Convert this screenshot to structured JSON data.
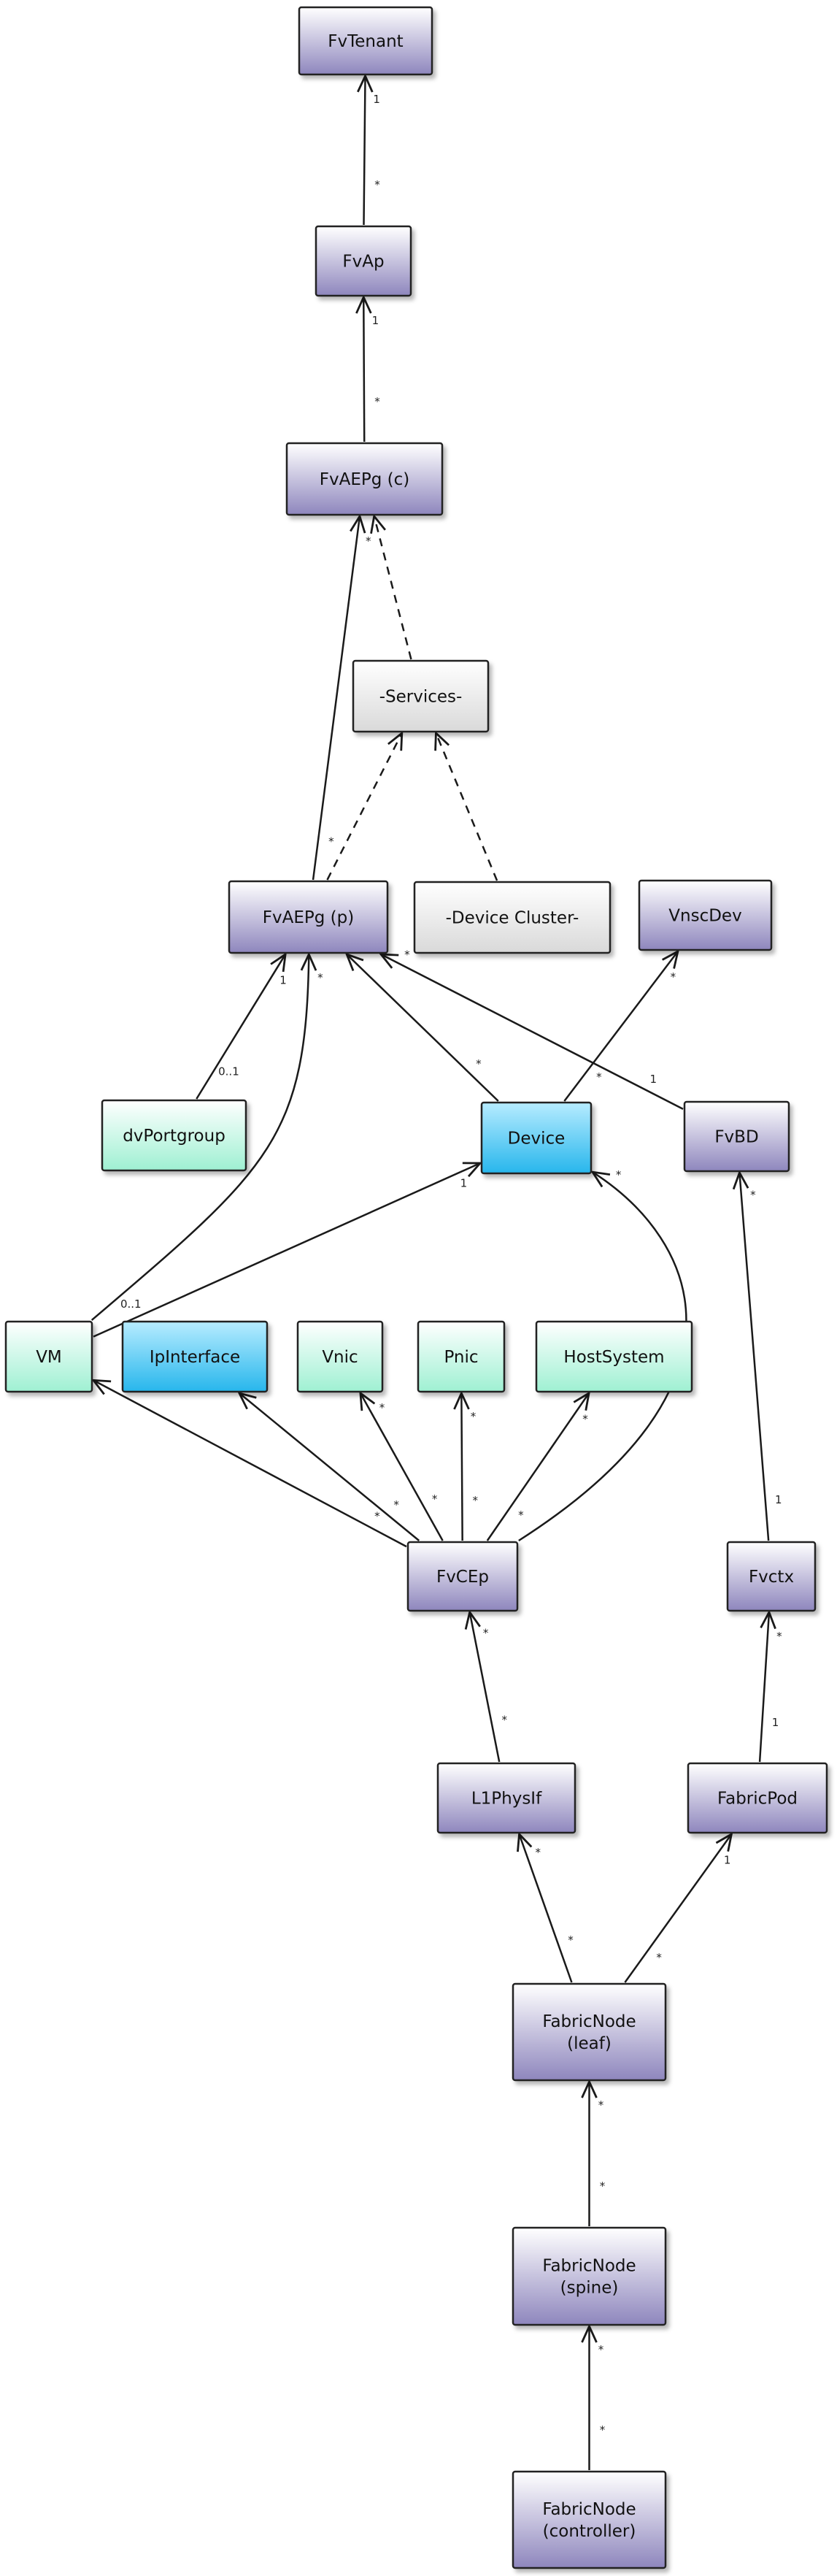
{
  "colors": {
    "purple": "#8e86bd",
    "cyan": "#4fc6f2",
    "mint": "#b6f3dd",
    "gray": "#e6e6e6",
    "edge": "#1a1a1a"
  },
  "nodes": {
    "fvtenant": {
      "label": "FvTenant",
      "fill": "purple"
    },
    "fvap": {
      "label": "FvAp",
      "fill": "purple"
    },
    "fvaepg_c": {
      "label": "FvAEPg (c)",
      "fill": "purple"
    },
    "services": {
      "label": "-Services-",
      "fill": "gray"
    },
    "fvaepg_p": {
      "label": "FvAEPg (p)",
      "fill": "purple"
    },
    "device_cluster": {
      "label": "-Device Cluster-",
      "fill": "gray"
    },
    "vnscdev": {
      "label": "VnscDev",
      "fill": "purple"
    },
    "dvportgroup": {
      "label": "dvPortgroup",
      "fill": "mint"
    },
    "device": {
      "label": "Device",
      "fill": "cyan"
    },
    "fvbd": {
      "label": "FvBD",
      "fill": "purple"
    },
    "vm": {
      "label": "VM",
      "fill": "mint"
    },
    "ipinterface": {
      "label": "IpInterface",
      "fill": "cyan"
    },
    "vnic": {
      "label": "Vnic",
      "fill": "mint"
    },
    "pnic": {
      "label": "Pnic",
      "fill": "mint"
    },
    "hostsystem": {
      "label": "HostSystem",
      "fill": "mint"
    },
    "fvcep": {
      "label": "FvCEp",
      "fill": "purple"
    },
    "fvctx": {
      "label": "Fvctx",
      "fill": "purple"
    },
    "l1physif": {
      "label": "L1PhysIf",
      "fill": "purple"
    },
    "fabricpod": {
      "label": "FabricPod",
      "fill": "purple"
    },
    "fabricnode_leaf": {
      "label": "FabricNode\n(leaf)",
      "fill": "purple"
    },
    "fabricnode_spine": {
      "label": "FabricNode\n(spine)",
      "fill": "purple"
    },
    "fabricnode_controller": {
      "label": "FabricNode\n(controller)",
      "fill": "purple"
    }
  },
  "edges": [
    {
      "from": "fvap",
      "to": "fvtenant",
      "tail": "*",
      "head": "1"
    },
    {
      "from": "fvaepg_c",
      "to": "fvap",
      "tail": "*",
      "head": "1"
    },
    {
      "from": "fvaepg_p",
      "to": "fvaepg_c",
      "tail": "*",
      "head": "*"
    },
    {
      "from": "services",
      "to": "fvaepg_c",
      "dashed": true
    },
    {
      "from": "fvaepg_p",
      "to": "services",
      "dashed": true
    },
    {
      "from": "device_cluster",
      "to": "services",
      "dashed": true
    },
    {
      "from": "dvportgroup",
      "to": "fvaepg_p",
      "tail": "0..1",
      "head": "1"
    },
    {
      "from": "vm",
      "to": "fvaepg_p",
      "tail": "0..1",
      "head": "*"
    },
    {
      "from": "device",
      "to": "fvaepg_p",
      "tail": "*",
      "head": ""
    },
    {
      "from": "fvbd",
      "to": "fvaepg_p",
      "tail": "1",
      "head": "*"
    },
    {
      "from": "device",
      "to": "vnscdev",
      "tail": "*",
      "head": "*"
    },
    {
      "from": "vm",
      "to": "device",
      "tail": "",
      "head": "1"
    },
    {
      "from": "fvcep",
      "to": "device",
      "tail": "",
      "head": "*"
    },
    {
      "from": "fvcep",
      "to": "vm",
      "tail": "*",
      "head": ""
    },
    {
      "from": "fvcep",
      "to": "ipinterface",
      "tail": "*",
      "head": ""
    },
    {
      "from": "fvcep",
      "to": "vnic",
      "tail": "*",
      "head": "*"
    },
    {
      "from": "fvcep",
      "to": "pnic",
      "tail": "*",
      "head": "*"
    },
    {
      "from": "fvcep",
      "to": "hostsystem",
      "tail": "*",
      "head": "*"
    },
    {
      "from": "fvctx",
      "to": "fvbd",
      "tail": "1",
      "head": "*"
    },
    {
      "from": "l1physif",
      "to": "fvcep",
      "tail": "*",
      "head": "*"
    },
    {
      "from": "fabricpod",
      "to": "fvctx",
      "tail": "1",
      "head": "*"
    },
    {
      "from": "fabricnode_leaf",
      "to": "l1physif",
      "tail": "*",
      "head": "*"
    },
    {
      "from": "fabricnode_leaf",
      "to": "fabricpod",
      "tail": "*",
      "head": "1"
    },
    {
      "from": "fabricnode_spine",
      "to": "fabricnode_leaf",
      "tail": "*",
      "head": "*"
    },
    {
      "from": "fabricnode_controller",
      "to": "fabricnode_spine",
      "tail": "*",
      "head": "*"
    }
  ]
}
